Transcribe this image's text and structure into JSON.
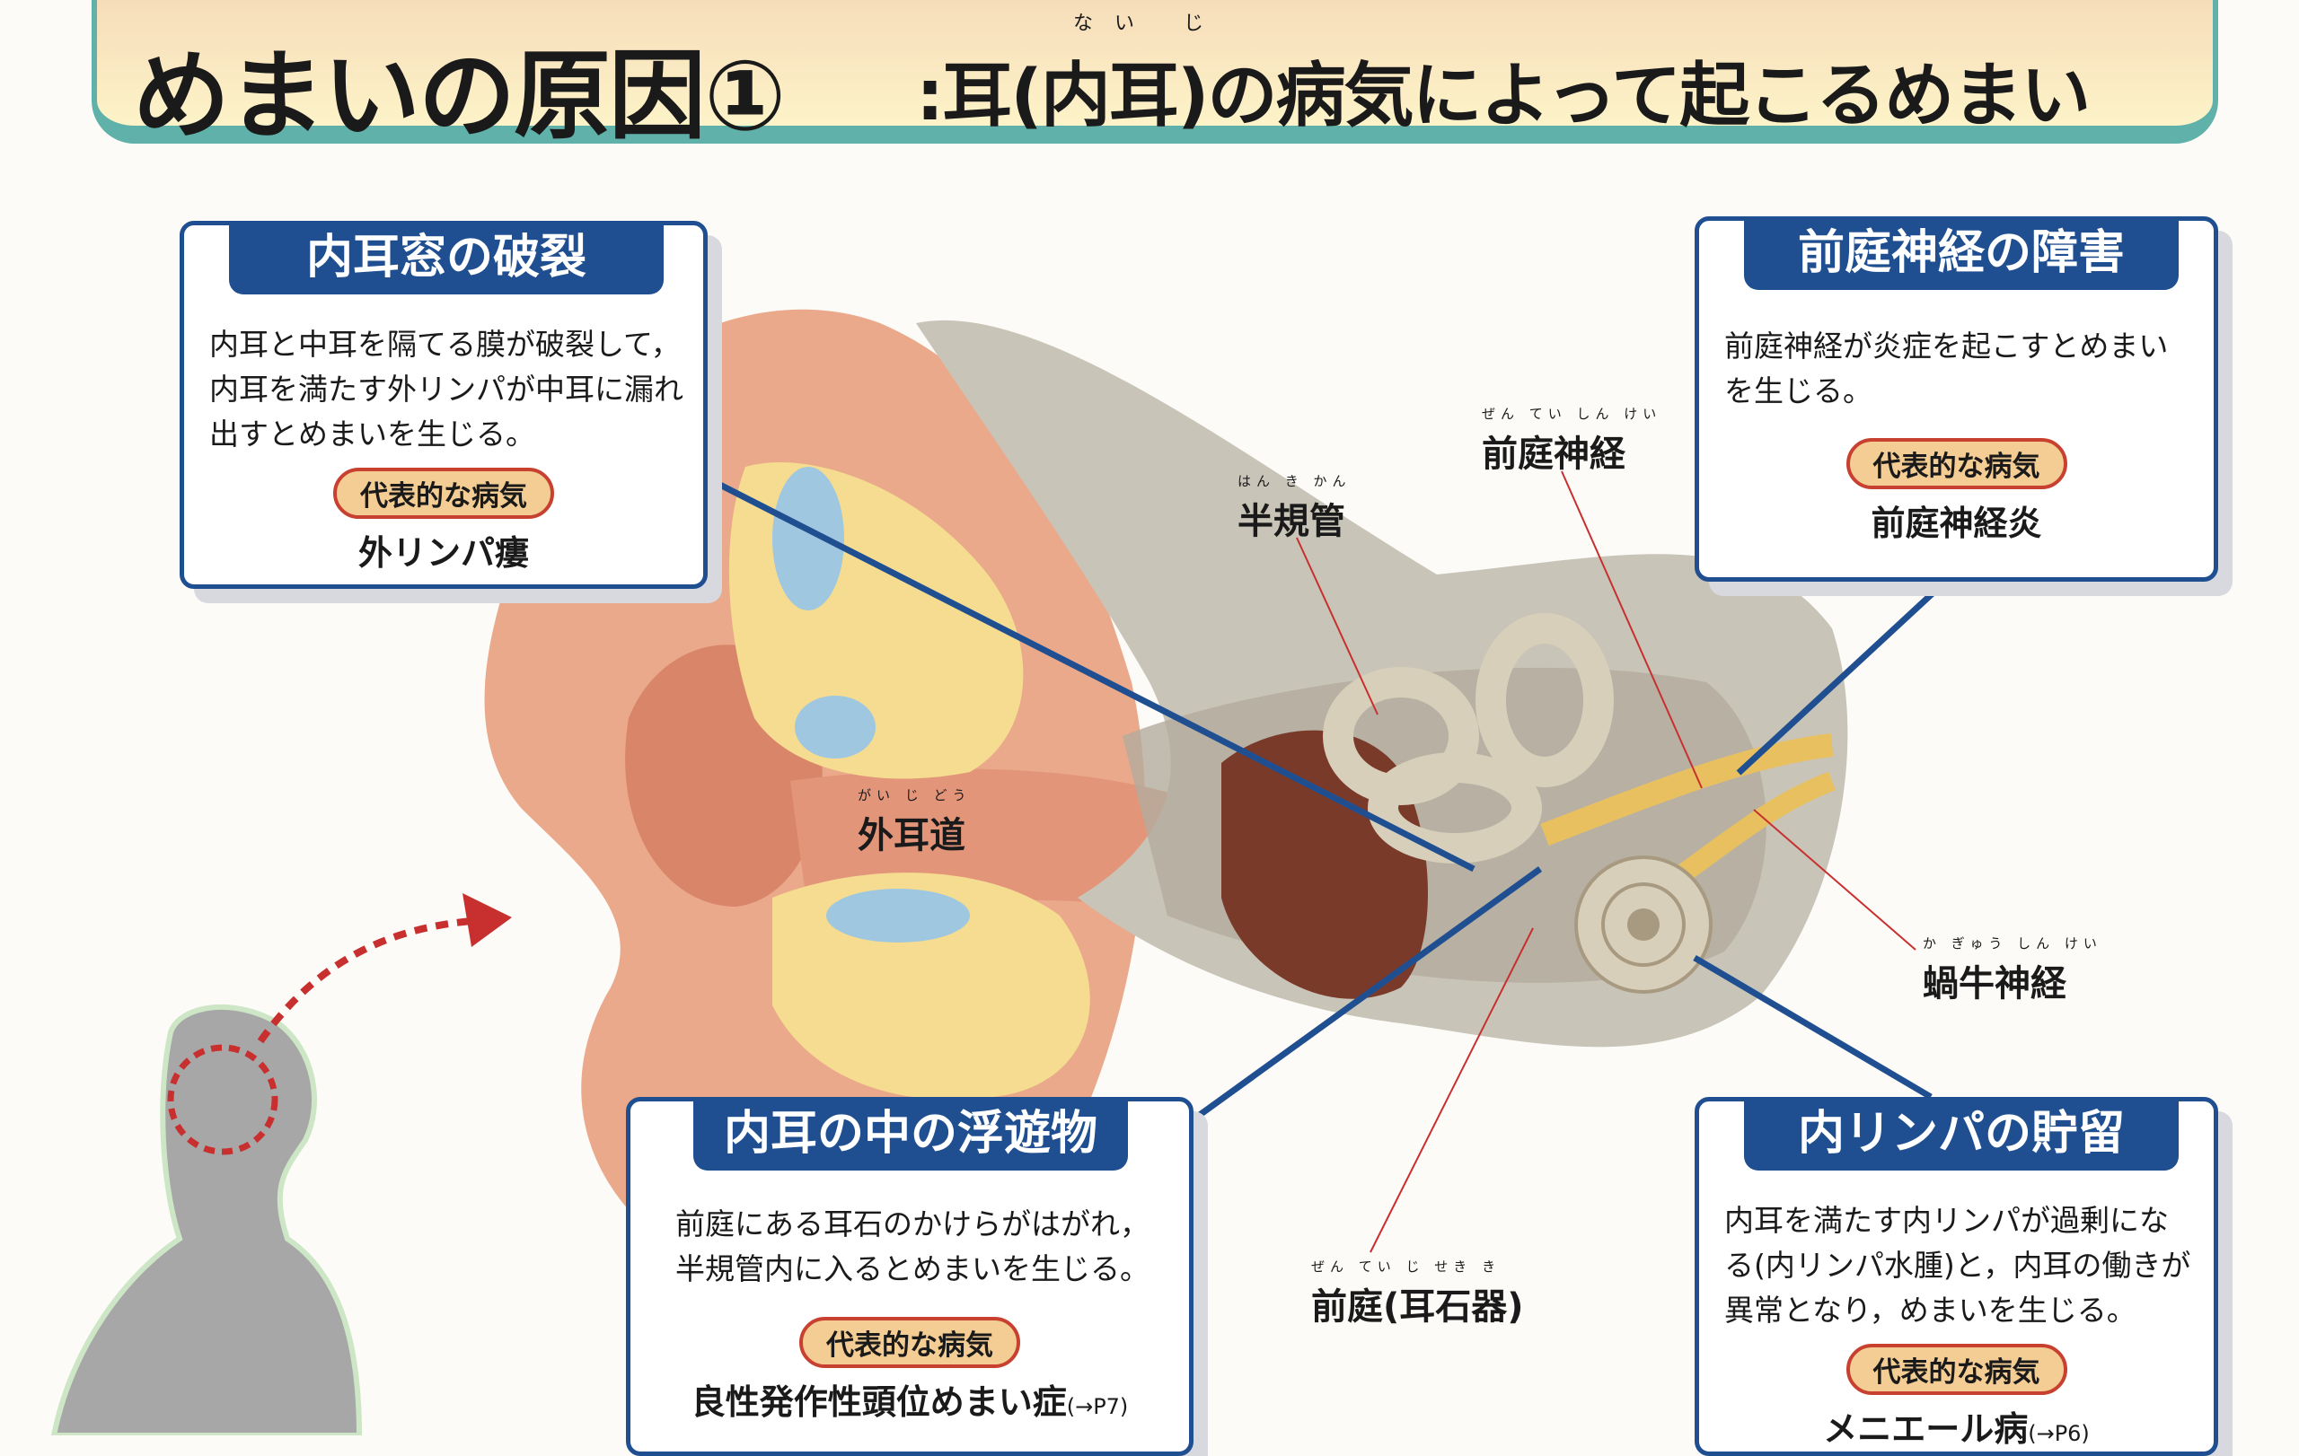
{
  "title": {
    "main": "めまいの原因①",
    "sub": ":耳(内耳)の病気によって起こるめまい",
    "ruby": "ない じ"
  },
  "colors": {
    "box_border": "#1f4f91",
    "title_border": "#5fb1aa",
    "pill_fill": "#f4cd94",
    "pill_border": "#c8402f"
  },
  "boxes": [
    {
      "heading": "内耳窓の破裂",
      "description": "内耳と中耳を隔てる膜が破裂して，内耳を満たす外リンパが中耳に漏れ出すとめまいを生じる。",
      "pill": "代表的な病気",
      "disease": "外リンパ瘻",
      "ref": ""
    },
    {
      "heading": "前庭神経の障害",
      "description": "前庭神経が炎症を起こすとめまいを生じる。",
      "pill": "代表的な病気",
      "disease": "前庭神経炎",
      "ref": ""
    },
    {
      "heading": "内耳の中の浮遊物",
      "description": "前庭にある耳石のかけらがはがれ，半規管内に入るとめまいを生じる。",
      "pill": "代表的な病気",
      "disease": "良性発作性頭位めまい症",
      "ref": "(→P7)"
    },
    {
      "heading": "内リンパの貯留",
      "description": "内耳を満たす内リンパが過剰になる(内リンパ水腫)と，内耳の働きが異常となり，めまいを生じる。",
      "pill": "代表的な病気",
      "disease": "メニエール病",
      "ref": "(→P6)"
    }
  ],
  "labels": [
    {
      "text": "前庭神経",
      "ruby": "ぜん てい しん けい"
    },
    {
      "text": "半規管",
      "ruby": "はん き かん"
    },
    {
      "text": "外耳道",
      "ruby": "がい じ どう"
    },
    {
      "text": "蝸牛神経",
      "ruby": "か ぎゅう しん けい"
    },
    {
      "text": "前庭(耳石器)",
      "ruby": "ぜん てい  じ せき き"
    }
  ]
}
